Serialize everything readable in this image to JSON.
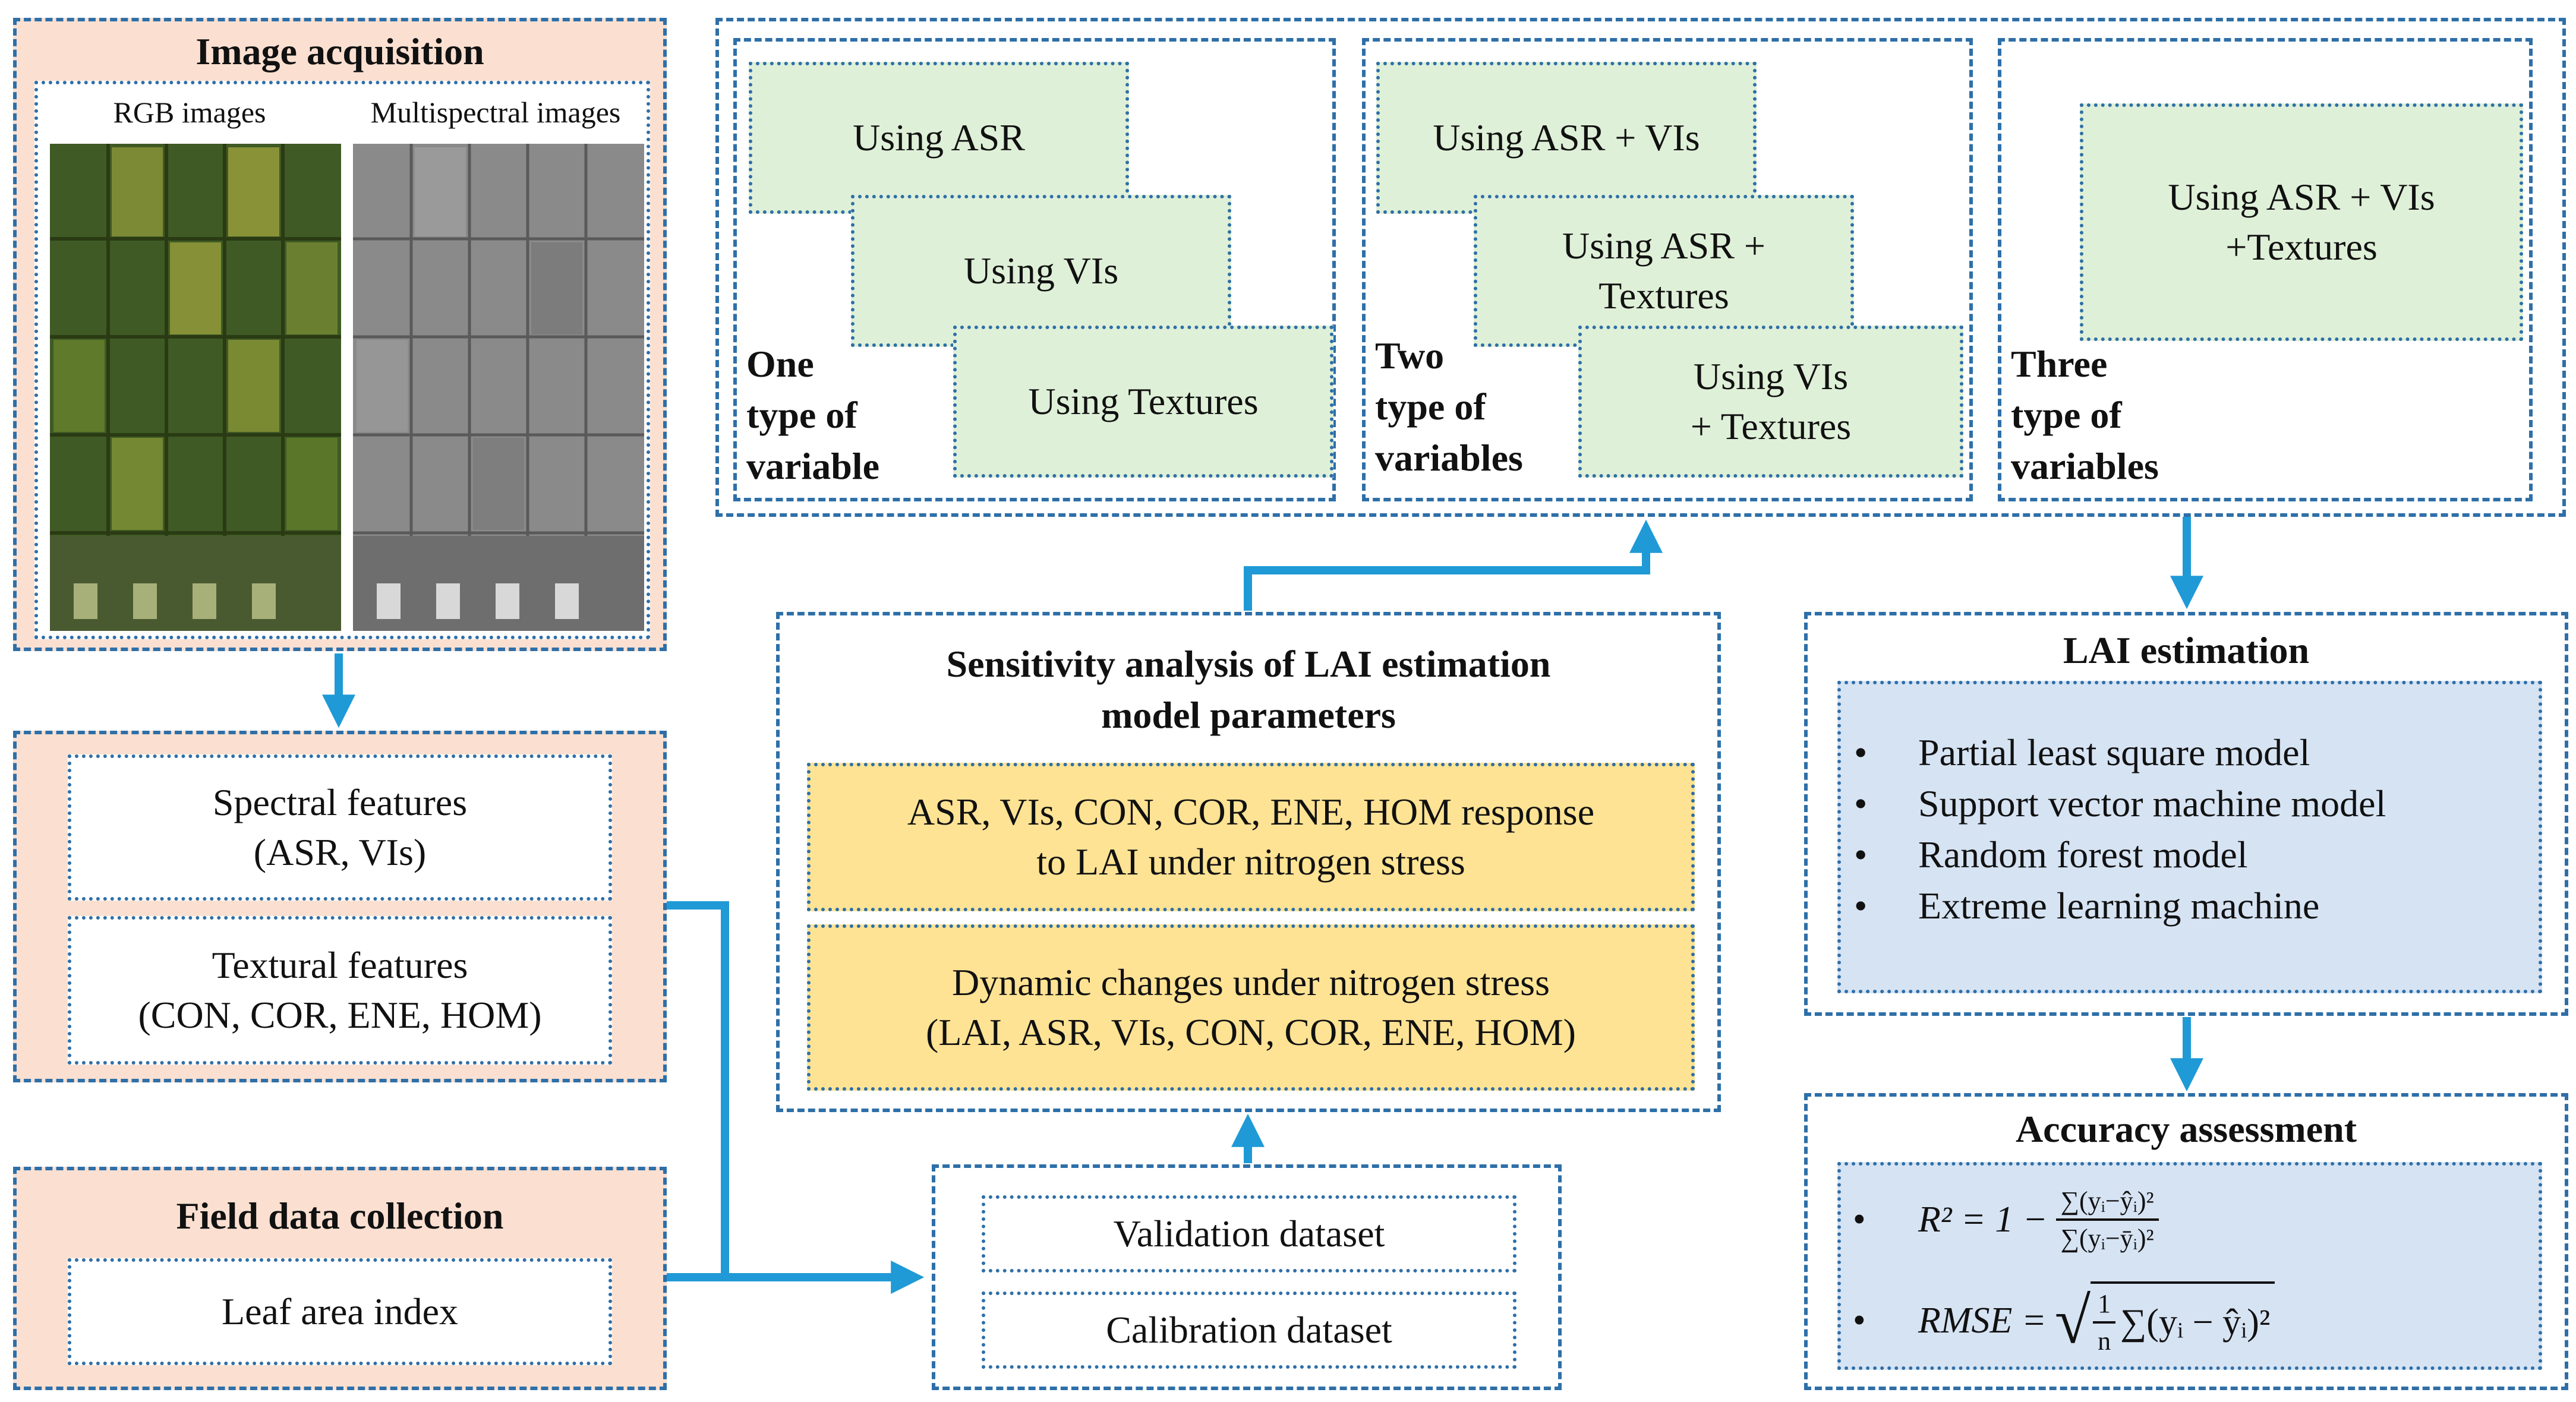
{
  "image_acquisition": {
    "title": "Image acquisition",
    "rgb_label": "RGB images",
    "ms_label": "Multispectral images"
  },
  "features": {
    "spectral_line1": "Spectral  features",
    "spectral_line2": "(ASR,  VIs)",
    "textural_line1": "Textural features",
    "textural_line2": "(CON, COR, ENE, HOM)"
  },
  "field": {
    "title": "Field data collection",
    "item": "Leaf area index"
  },
  "datasets": {
    "validation": "Validation dataset",
    "calibration": "Calibration dataset"
  },
  "sensitivity": {
    "title_line1": "Sensitivity analysis of LAI estimation",
    "title_line2": "model parameters",
    "box1_line1": "ASR, VIs, CON, COR, ENE, HOM response",
    "box1_line2": "to LAI under nitrogen stress",
    "box2_line1": "Dynamic changes under nitrogen stress",
    "box2_line2": "(LAI, ASR, VIs, CON, COR, ENE, HOM)"
  },
  "variables": {
    "one": {
      "a": "Using ASR",
      "b": "Using VIs",
      "c": "Using Textures",
      "label_line1": "One",
      "label_line2": "type of",
      "label_line3": "variable"
    },
    "two": {
      "a": "Using ASR + VIs",
      "b_line1": "Using ASR +",
      "b_line2": "Textures",
      "c_line1": "Using VIs",
      "c_line2": "+ Textures",
      "label_line1": "Two",
      "label_line2": "type of",
      "label_line3": "variables"
    },
    "three": {
      "a_line1": "Using ASR + VIs",
      "a_line2": "+Textures",
      "label_line1": "Three",
      "label_line2": "type of",
      "label_line3": "variables"
    }
  },
  "lai": {
    "title": "LAI estimation",
    "models": [
      "Partial least square model",
      "Support vector machine model",
      "Random forest model",
      "Extreme learning machine"
    ]
  },
  "accuracy": {
    "title": "Accuracy assessment",
    "r2_lhs": "R² = 1 −",
    "r2_num": "∑(yᵢ−ŷᵢ)²",
    "r2_den": "∑(yᵢ−ȳᵢ)²",
    "rmse_lhs": "RMSE =",
    "rmse_frac_num": "1",
    "rmse_frac_den": "n",
    "rmse_rhs": "∑(yᵢ − ŷᵢ)²"
  },
  "colors": {
    "arrow": "#1f9ad6",
    "border": "#2e6fa8",
    "salmon": "#fbe0d1",
    "green": "#dff0d8",
    "yellow": "#ffe394",
    "blue": "#d6e3f3"
  }
}
